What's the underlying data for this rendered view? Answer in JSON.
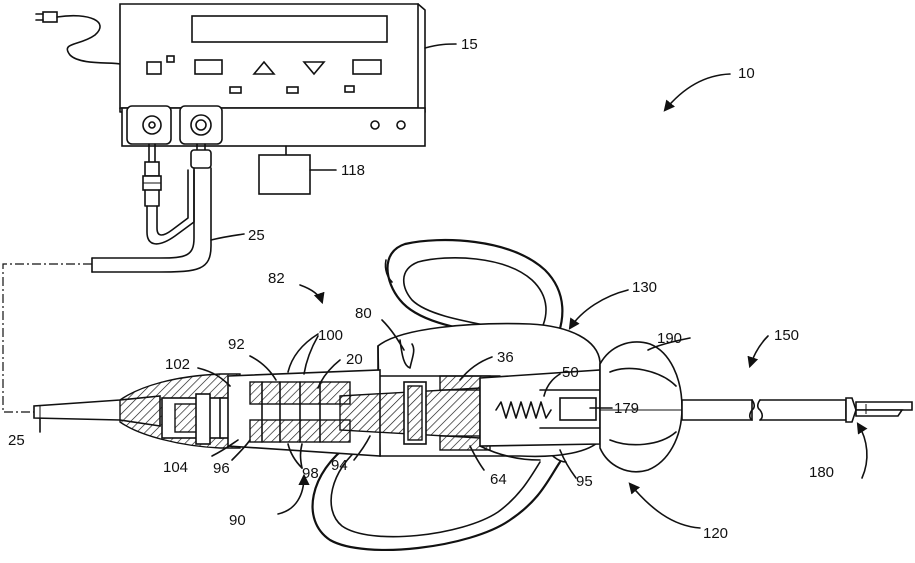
{
  "labels": {
    "assembly": "10",
    "generator": "15",
    "cable_upper": "25",
    "cable_left": "25",
    "footswitch": "118",
    "handpiece": "82",
    "part_80": "80",
    "part_100": "100",
    "part_20": "20",
    "part_36": "36",
    "part_130": "130",
    "part_190": "190",
    "part_150": "150",
    "part_92": "92",
    "part_102": "102",
    "part_50": "50",
    "part_179": "179",
    "part_104": "104",
    "part_96": "96",
    "part_98": "98",
    "part_94": "94",
    "part_64": "64",
    "part_95": "95",
    "part_180": "180",
    "part_90": "90",
    "part_120": "120"
  }
}
